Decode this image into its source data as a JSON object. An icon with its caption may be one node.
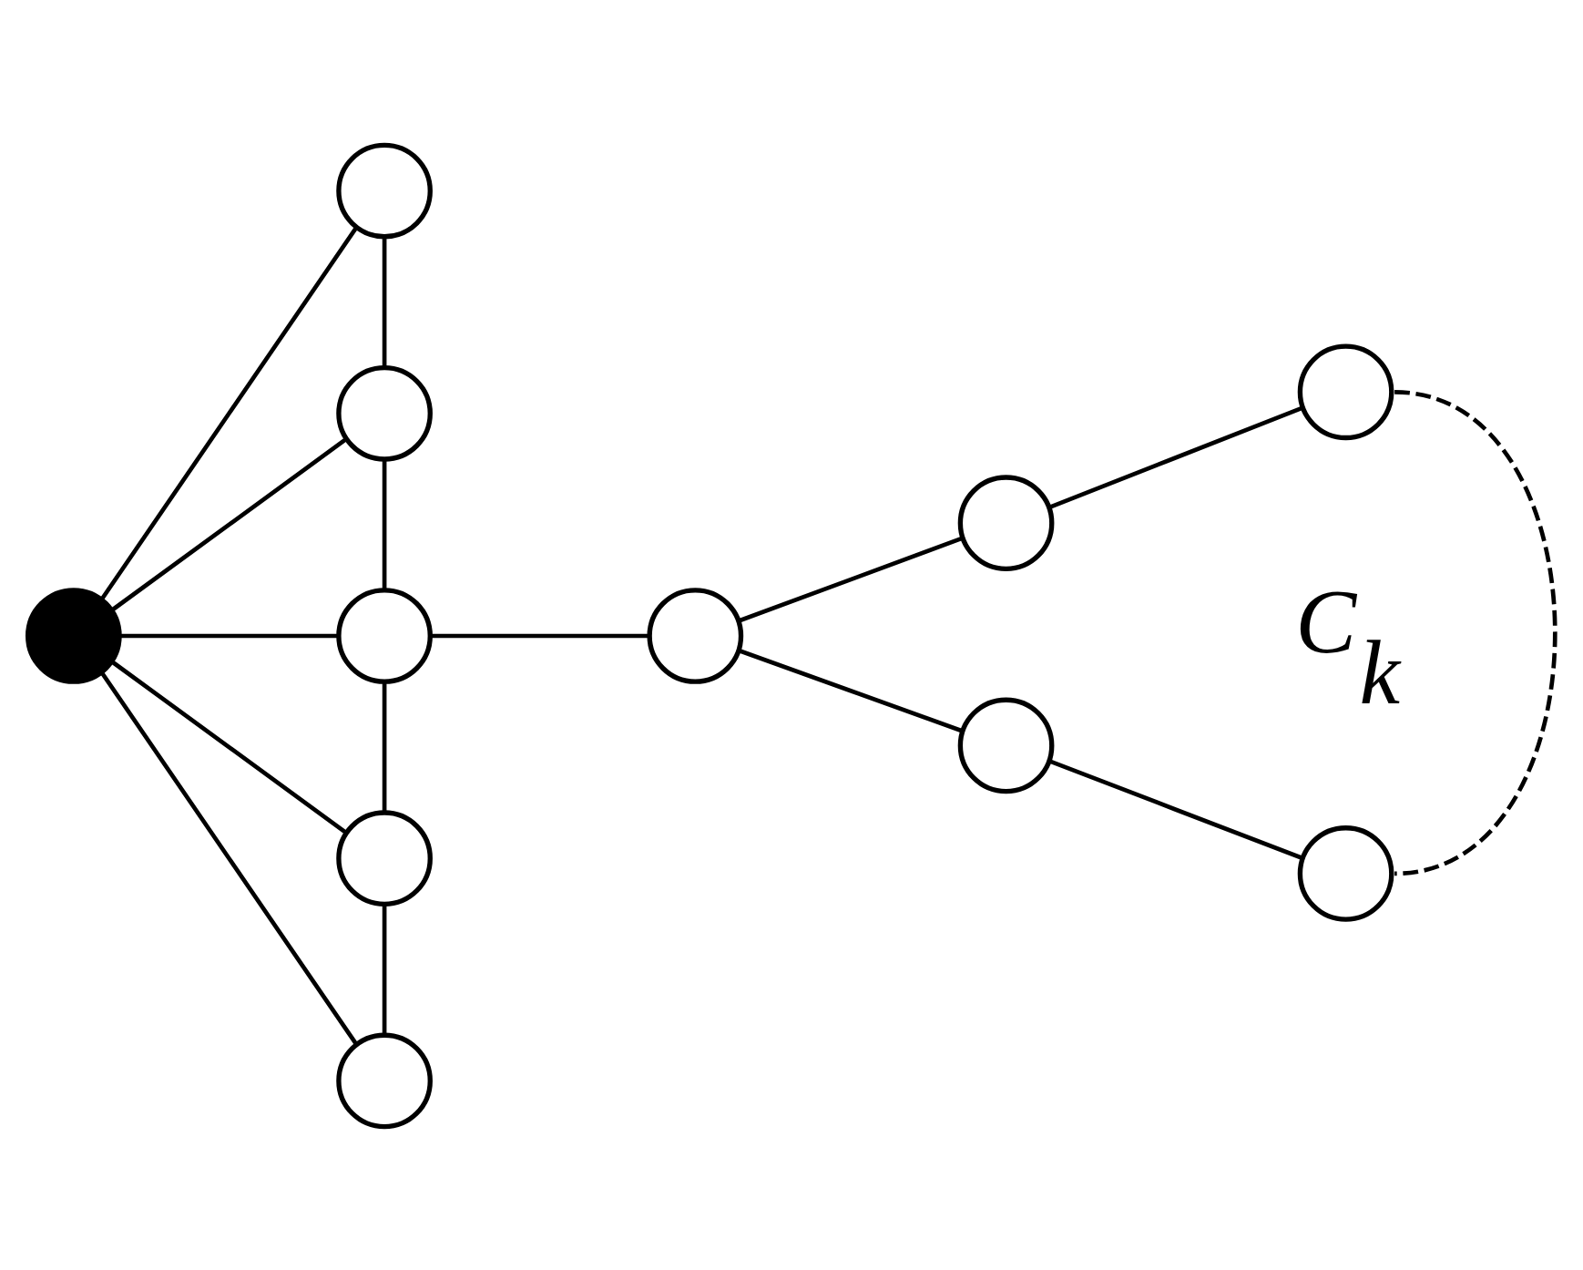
{
  "diagram": {
    "nodes": [
      {
        "text": [],
        "shape": "circle"
      },
      {
        "text": [],
        "shape": "circle"
      },
      {
        "text": [],
        "shape": "circle"
      },
      {
        "text": [],
        "shape": "circle"
      },
      {
        "text": [],
        "shape": "circle"
      },
      {
        "text": [],
        "shape": "circle"
      },
      {
        "text": [],
        "shape": "circle"
      },
      {
        "text": [],
        "shape": "circle"
      },
      {
        "text": [],
        "shape": "circle"
      },
      {
        "text": [],
        "shape": "circle"
      },
      {
        "text": [],
        "shape": "circle"
      }
    ],
    "edges": [
      {
        "from": 0,
        "to": 1,
        "arrow": "none"
      },
      {
        "from": 0,
        "to": 2,
        "arrow": "none"
      },
      {
        "from": 0,
        "to": 3,
        "arrow": "none"
      },
      {
        "from": 0,
        "to": 4,
        "arrow": "none"
      },
      {
        "from": 0,
        "to": 5,
        "arrow": "none"
      },
      {
        "from": 1,
        "to": 2,
        "arrow": "none"
      },
      {
        "from": 2,
        "to": 3,
        "arrow": "none"
      },
      {
        "from": 3,
        "to": 4,
        "arrow": "none"
      },
      {
        "from": 4,
        "to": 5,
        "arrow": "none"
      },
      {
        "from": 3,
        "to": 6,
        "arrow": "none"
      },
      {
        "from": 6,
        "to": 7,
        "arrow": "none"
      },
      {
        "from": 7,
        "to": 8,
        "arrow": "none"
      },
      {
        "from": 6,
        "to": 9,
        "arrow": "none"
      },
      {
        "from": 9,
        "to": 10,
        "arrow": "none"
      },
      {
        "from": 8,
        "to": 10,
        "arrow": "none",
        "style": "dashed"
      }
    ],
    "labels": [
      "C$_{k}$"
    ]
  }
}
